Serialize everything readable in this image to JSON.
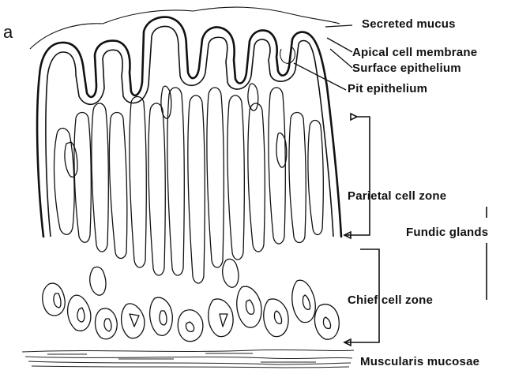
{
  "figure": {
    "panel_letter": "a",
    "labels": {
      "secreted_mucus": "Secreted mucus",
      "apical_cell_membrane": "Apical cell membrane",
      "surface_epithelium": "Surface epithelium",
      "pit_epithelium": "Pit epithelium",
      "parietal_cell_zone": "Parietal cell zone",
      "fundic_glands": "Fundic glands",
      "chief_cell_zone": "Chief cell zone",
      "muscularis_mucosae": "Muscularis mucosae"
    }
  }
}
